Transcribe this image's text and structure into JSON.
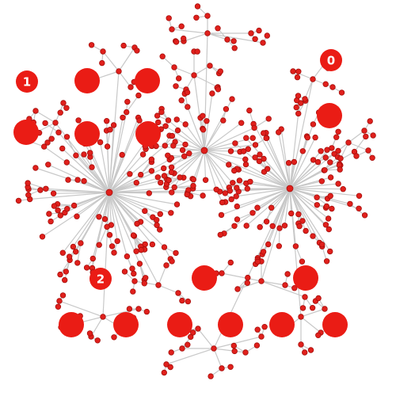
{
  "colors": {
    "node_fill": "#e0201c",
    "node_stroke": "#a60f0c",
    "edge": "#c8c8c8",
    "large_node_fill": "#ea1c15",
    "label_text": "#ffffff",
    "background": "#ffffff"
  },
  "graph": {
    "hubs": [
      "hub-left",
      "hub-right",
      "hub-top"
    ],
    "badges": [
      {
        "id": "badge-0",
        "label": "0"
      },
      {
        "id": "badge-1",
        "label": "1"
      },
      {
        "id": "badge-2",
        "label": "2"
      }
    ]
  }
}
